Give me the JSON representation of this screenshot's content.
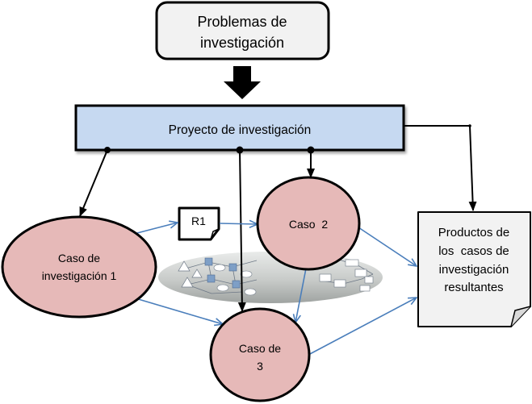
{
  "diagram": {
    "nodes": {
      "problems": {
        "lines": [
          "Problemas de",
          "investigación"
        ]
      },
      "project": {
        "label": "Proyecto de investigación"
      },
      "case1": {
        "lines": [
          "Caso de",
          "investigación 1"
        ]
      },
      "case2": {
        "label": "Caso  2"
      },
      "case3": {
        "lines": [
          "Caso de",
          "3"
        ]
      },
      "r1": {
        "label": "R1"
      },
      "products": {
        "lines": [
          "Productos de",
          "los  casos de",
          "investigación",
          "resultantes"
        ]
      }
    },
    "colors": {
      "case_fill": "#e6b9b8",
      "project_fill": "#c6d9f1",
      "box_fill": "#f2f2f2",
      "outline": "#000000",
      "flow_arrow": "#4a7ebb"
    }
  }
}
